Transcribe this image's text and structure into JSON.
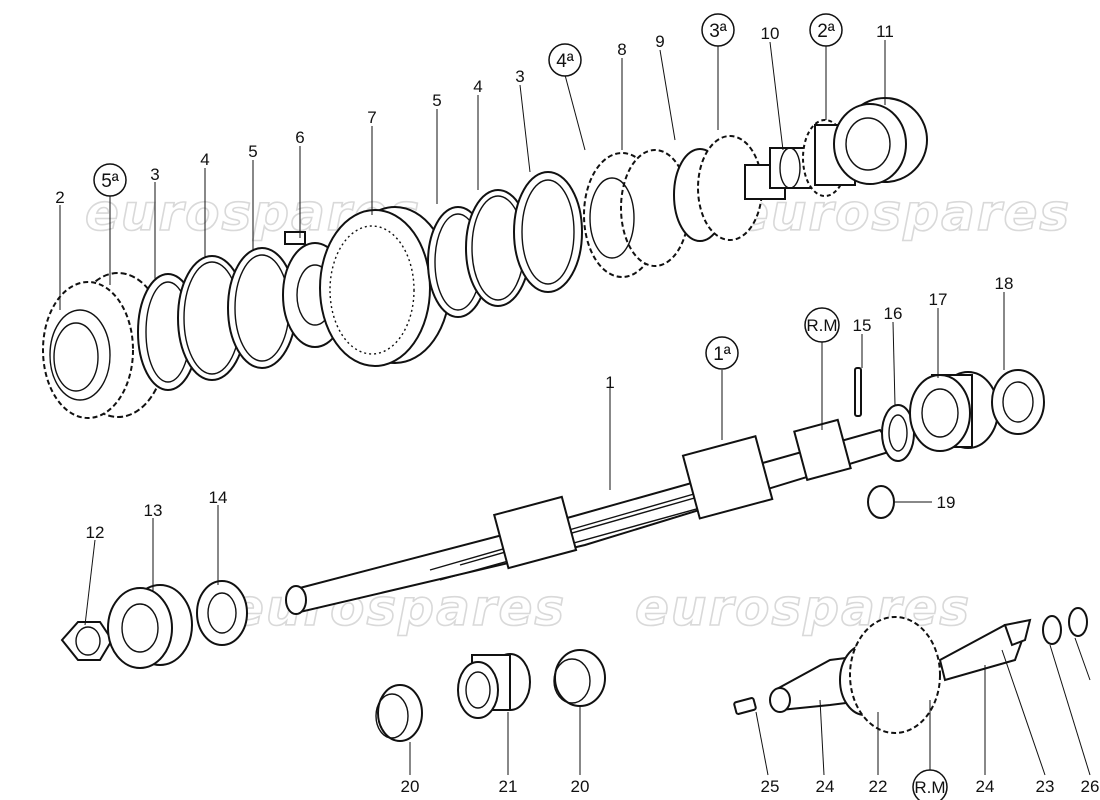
{
  "watermark": {
    "text": "eurospares"
  },
  "labels": {
    "l1": "1",
    "l2": "2",
    "l3a": "3",
    "l3b": "3",
    "l4a": "4",
    "l4b": "4",
    "l5a": "5",
    "l5b": "5",
    "l6": "6",
    "l7": "7",
    "l8": "8",
    "l9": "9",
    "l10": "10",
    "l11": "11",
    "l12": "12",
    "l13": "13",
    "l14": "14",
    "l15": "15",
    "l16": "16",
    "l17": "17",
    "l18": "18",
    "l19": "19",
    "l20a": "20",
    "l20b": "20",
    "l21": "21",
    "l22": "22",
    "l23": "23",
    "l24a": "24",
    "l24b": "24",
    "l25": "25",
    "l26": "26"
  },
  "gear_marks": {
    "g1": "1ª",
    "g2": "2ª",
    "g3": "3ª",
    "g4": "4ª",
    "g5": "5ª",
    "rm_top": "R.M",
    "rm_bottom": "R.M"
  }
}
